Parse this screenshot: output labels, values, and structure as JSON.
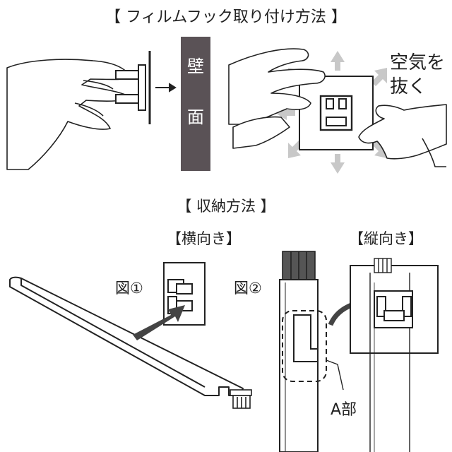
{
  "header": {
    "title": "【 フィルムフック取り付け方法 】"
  },
  "step1": {
    "wall_label_1": "壁",
    "wall_label_2": "面"
  },
  "step2": {
    "air_line1": "空気を",
    "air_line2": "抜く"
  },
  "storage": {
    "title": "【 収納方法 】",
    "horizontal": {
      "label": "【横向き】",
      "figure": "図①"
    },
    "vertical": {
      "label": "【縦向き】",
      "figure": "図②",
      "part": "A部"
    }
  },
  "colors": {
    "wall": "#5a5256",
    "ink": "#222222",
    "arrow_gray": "#c8c8c8",
    "dark": "#444444"
  }
}
